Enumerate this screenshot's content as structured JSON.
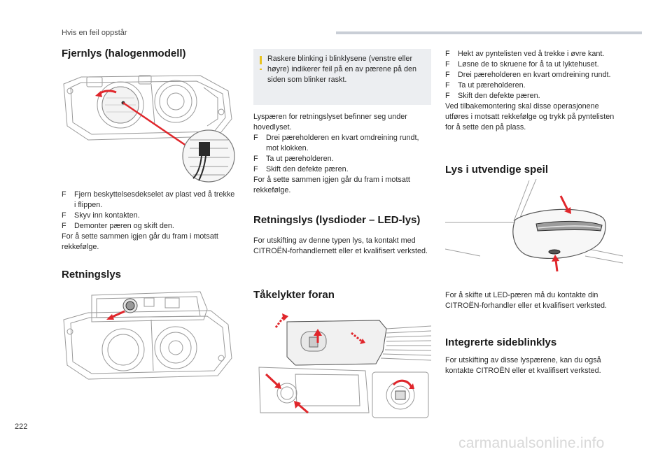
{
  "header": {
    "section": "Hvis en feil oppstår"
  },
  "footer": {
    "page_number": "222",
    "watermark": "carmanualsonline.info"
  },
  "col1": {
    "h_fjernlys": "Fjernlys (halogenmodell)",
    "fjernlys_items": [
      "Fjern beskyttelsesdekselet av plast ved å trekke i flippen.",
      "Skyv inn kontakten.",
      "Demonter pæren og skift den."
    ],
    "fjernlys_end": "For å sette sammen igjen går du fram i motsatt rekkefølge.",
    "h_retningslys": "Retningslys"
  },
  "col2": {
    "note": "Raskere blinking i blinklysene (venstre eller høyre) indikerer feil på en av pærene på den siden som blinker raskt.",
    "intro": "Lyspæren for retningslyset befinner seg under hovedlyset.",
    "items": [
      "Drei pæreholderen en kvart omdreining rundt, mot klokken.",
      "Ta ut pæreholderen.",
      "Skift den defekte pæren."
    ],
    "end": "For å sette sammen igjen går du fram i motsatt rekkefølge.",
    "h_led": "Retningslys (lysdioder – LED-lys)",
    "led_text": "For utskifting av denne typen lys, ta kontakt med CITROËN-forhandlernett eller et kvalifisert verksted.",
    "h_takelykter": "Tåkelykter foran"
  },
  "col3": {
    "items": [
      "Hekt av pyntelisten ved å trekke i øvre kant.",
      "Løsne de to skruene for å ta ut lyktehuset.",
      "Drei pæreholderen en kvart omdreining rundt.",
      "Ta ut pæreholderen.",
      "Skift den defekte pæren."
    ],
    "end": "Ved tilbakemontering skal disse operasjonene utføres i motsatt rekkefølge og trykk på pyntelisten for å sette den på plass.",
    "h_speil": "Lys i utvendige speil",
    "speil_text": "For å skifte ut LED-pæren må du kontakte din CITROËN-forhandler eller et kvalifisert verksted.",
    "h_sideblink": "Integrerte sideblinklys",
    "sideblink_text": "For utskifting av disse lyspærene, kan du også kontakte CITROËN eller et kvalifisert verksted."
  },
  "bullet_marker": "F",
  "colors": {
    "accent_red": "#e0262b",
    "note_bg": "#eceef1",
    "note_bar": "#e8c31f"
  }
}
